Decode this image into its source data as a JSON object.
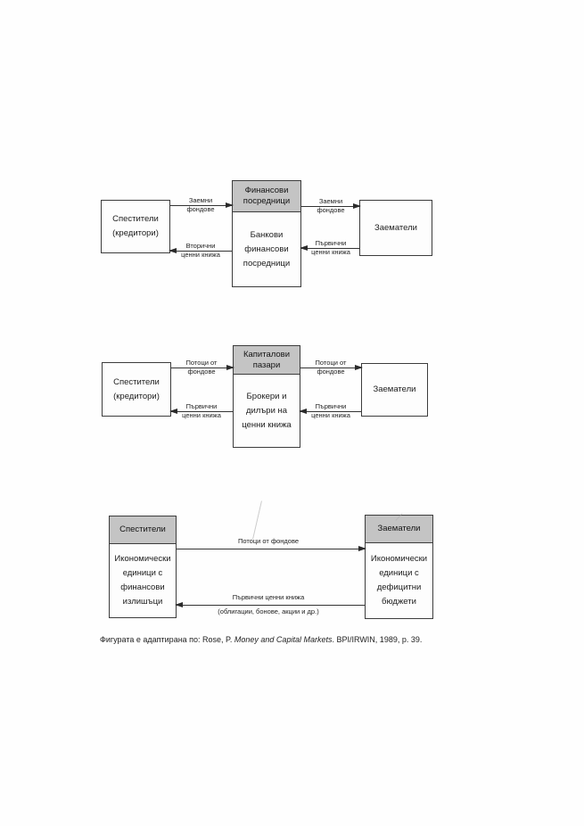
{
  "colors": {
    "header_fill": "#c4c4c4",
    "box_border": "#3c3c3c",
    "arrow": "#2a2a2a",
    "text": "#1f1f1f",
    "background": "#fefefe"
  },
  "diagram1": {
    "left_box": {
      "line1": "Спестители",
      "line2": "(кредитори)"
    },
    "middle_box": {
      "header_line1": "Финансови",
      "header_line2": "посредници",
      "body_line1": "Банкови",
      "body_line2": "финансови",
      "body_line3": "посредници"
    },
    "right_box": {
      "label": "Заематели"
    },
    "arrow_top_left": {
      "line1": "Заемни",
      "line2": "фондове"
    },
    "arrow_top_right": {
      "line1": "Заемни",
      "line2": "фондове"
    },
    "arrow_bottom_left": {
      "line1": "Вторични",
      "line2": "ценни книжа"
    },
    "arrow_bottom_right": {
      "line1": "Първични",
      "line2": "ценни книжа"
    }
  },
  "diagram2": {
    "left_box": {
      "line1": "Спестители",
      "line2": "(кредитори)"
    },
    "middle_box": {
      "header_line1": "Капиталови",
      "header_line2": "пазари",
      "body_line1": "Брокери и",
      "body_line2": "дилъри на",
      "body_line3": "ценни книжа"
    },
    "right_box": {
      "label": "Заематели"
    },
    "arrow_top_left": {
      "line1": "Потоци от",
      "line2": "фондове"
    },
    "arrow_top_right": {
      "line1": "Потоци от",
      "line2": "фондове"
    },
    "arrow_bottom_left": {
      "line1": "Първични",
      "line2": "ценни книжа"
    },
    "arrow_bottom_right": {
      "line1": "Първични",
      "line2": "ценни книжа"
    }
  },
  "diagram3": {
    "left_box": {
      "header": "Спестители",
      "body_line1": "Икономически",
      "body_line2": "единици с",
      "body_line3": "финансови",
      "body_line4": "излишъци"
    },
    "right_box": {
      "header": "Заематели",
      "body_line1": "Икономически",
      "body_line2": "единици с",
      "body_line3": "дефицитни",
      "body_line4": "бюджети"
    },
    "arrow_top": {
      "label": "Потоци от фондове"
    },
    "arrow_bottom": {
      "line1": "Първични ценни книжа",
      "line2": "(облигации, бонове, акции и др.)"
    }
  },
  "caption": {
    "prefix": "Фигурата е адаптирана по: Rose, P. ",
    "italic": "Money and Capital Markets",
    "suffix": ". BPI/IRWIN, 1989, p. 39."
  }
}
